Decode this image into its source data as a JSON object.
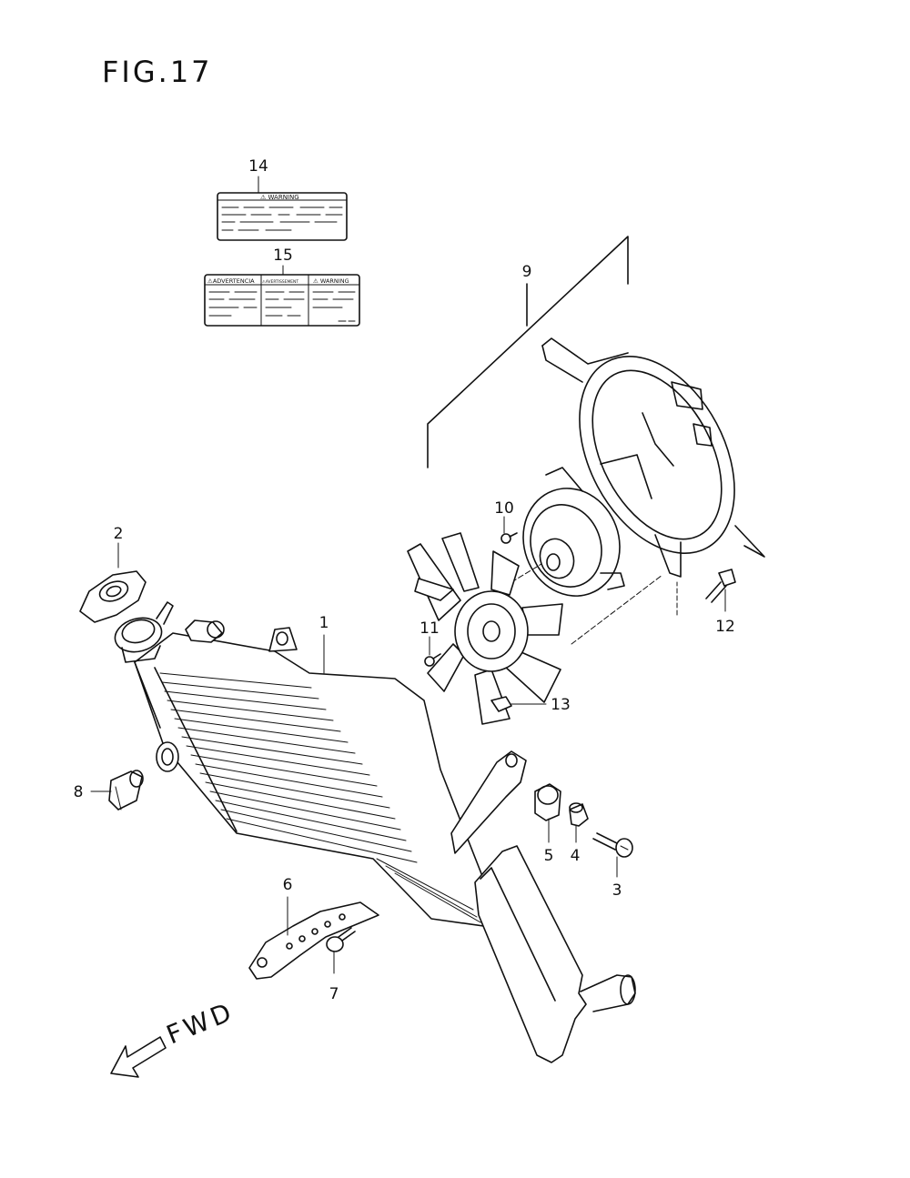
{
  "figure": {
    "title": "FIG.17",
    "direction_label": "FWD"
  },
  "warning_label_14": {
    "callout": "14",
    "header": "⚠ WARNING"
  },
  "warning_label_15": {
    "callout": "15",
    "header_left": "⚠ADVERTENCIA",
    "header_mid": "⚠AVERTISSEMENT",
    "header_right": "⚠ WARNING"
  },
  "callouts": {
    "p1": "1",
    "p2": "2",
    "p3": "3",
    "p4": "4",
    "p5": "5",
    "p6": "6",
    "p7": "7",
    "p8": "8",
    "p9": "9",
    "p10": "10",
    "p11": "11",
    "p12": "12",
    "p13": "13"
  },
  "icons": {
    "direction_arrow": "arrow-down-left-icon",
    "warning": "warning-triangle-icon"
  }
}
